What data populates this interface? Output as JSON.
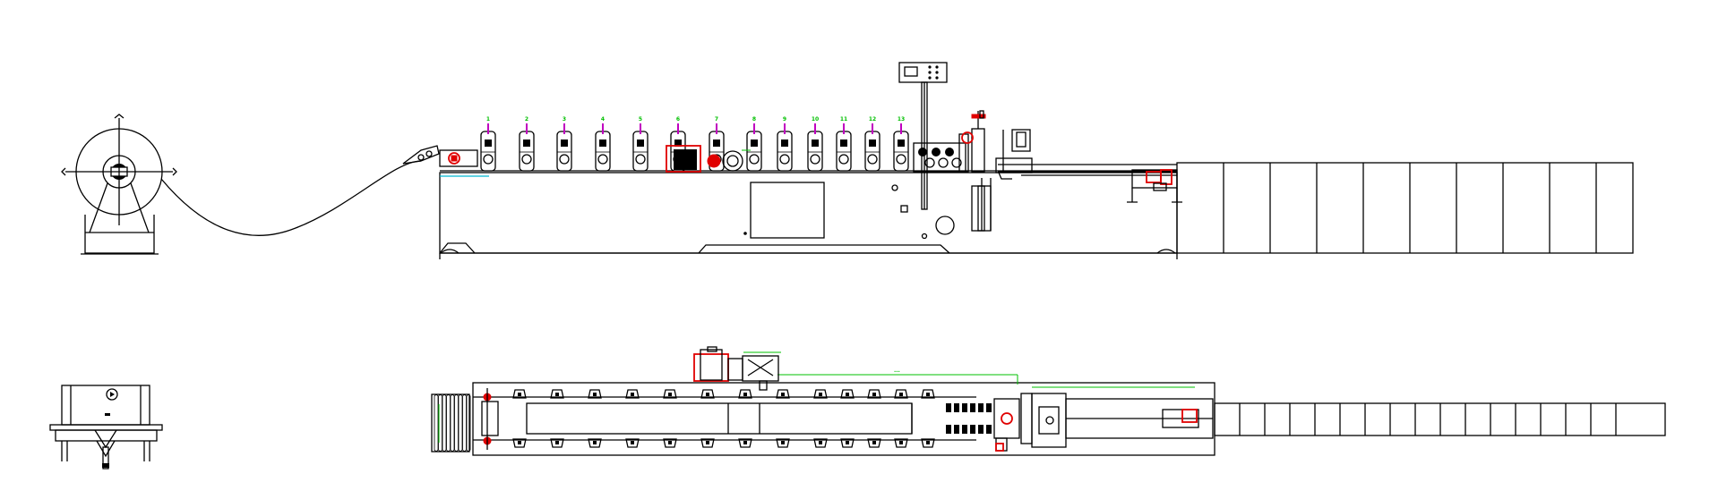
{
  "stand_numbers": [
    "1",
    "2",
    "3",
    "4",
    "5",
    "6",
    "7",
    "8",
    "9",
    "10",
    "11",
    "12",
    "13"
  ],
  "colors": {
    "line": "#000000",
    "guide_roller": "#c000c0",
    "motor": "#e00000",
    "dimension": "#00c000",
    "strip": "#00b8d0"
  }
}
